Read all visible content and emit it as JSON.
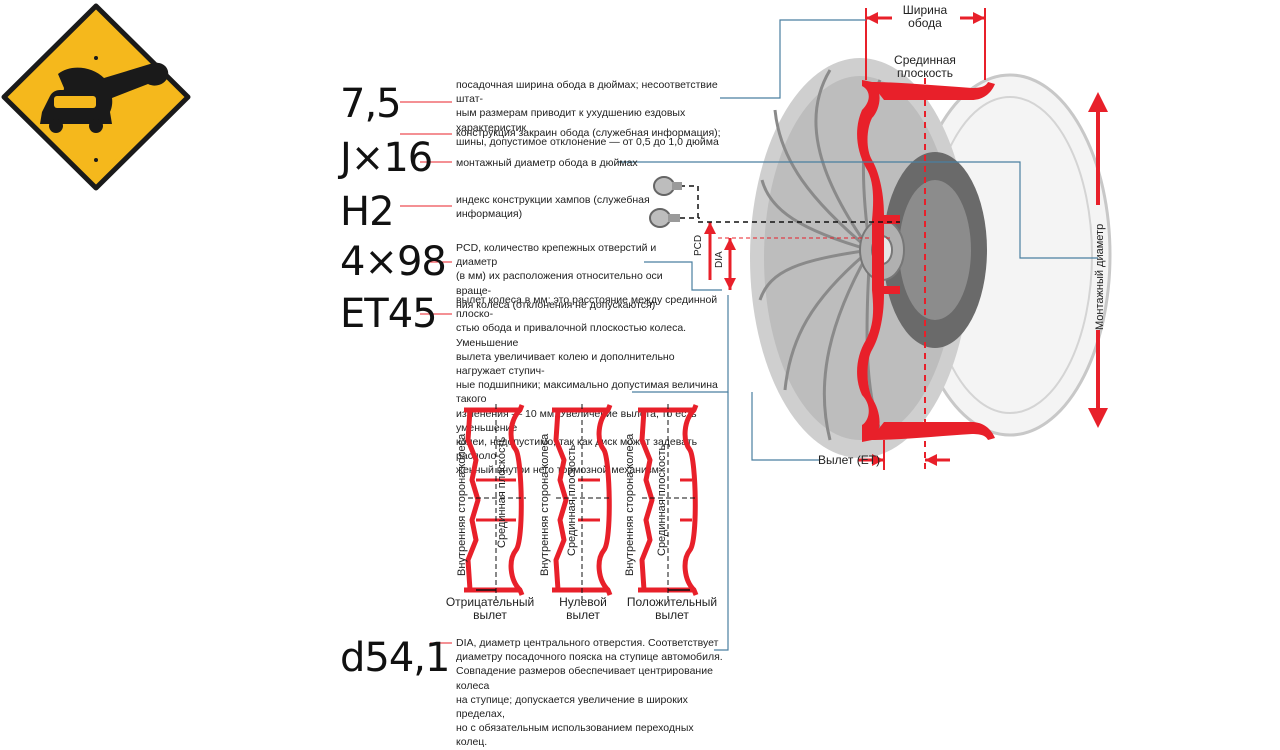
{
  "codes": {
    "width": "7,5",
    "flange_diameter": "J×16",
    "hump": "H2",
    "pcd": "4×98",
    "offset": "ET45",
    "dia": "d54,1"
  },
  "descriptions": {
    "width": "посадочная ширина обода в дюймах; несоответствие штат-\nным размерам приводит к ухудшению ездовых характеристик\nшины, допустимое отклонение — от 0,5 до 1,0 дюйма",
    "flange": "конструкция закраин обода (служебная информация);",
    "diameter": "монтажный диаметр обода в дюймах",
    "hump": "индекс конструкции хампов (служебная\nинформация)",
    "pcd": "PCD, количество крепежных отверстий и диаметр\n(в мм) их расположения относительно оси враще-\nния колеса (отклонения не допускаются)",
    "offset": "вылет колеса в мм; это расстояние между срединной плоско-\nстью обода и привалочной плоскостью колеса. Уменьшение\nвылета увеличивает колею и дополнительно нагружает ступич-\nные подшипники; максимально допустимая величина такого\nизменения — 10 мм. Увеличение вылета, то есть уменьшение\nколеи, недопустимо, так как диск может задевать располо-\nженный внутри него тормозной механизм",
    "dia": "DIA, диаметр центрального отверстия. Соответствует\nдиаметру посадочного пояска на ступице автомобиля.\nСовпадение размеров обеспечивает центрирование колеса\nна ступице; допускается увеличение в широких пределах,\nно с обязательным использованием переходных колец."
  },
  "wheel_labels": {
    "rim_width": "Ширина\nобода",
    "mid_plane": "Срединная\nплоскость",
    "mount_diameter": "Монтажный диаметр",
    "offset_et": "Вылет (ET)",
    "pcd": "PCD",
    "dia": "DIA"
  },
  "profiles": [
    {
      "side_label": "Внутренняя сторона колеса",
      "plane_label": "Срединная плоскость",
      "caption": "Отрицательный\nвылет"
    },
    {
      "side_label": "Внутренняя сторона колеса",
      "plane_label": "Срединная плоскость",
      "caption": "Нулевой\nвылет"
    },
    {
      "side_label": "Внутренняя сторона колеса",
      "plane_label": "Срединная плоскость",
      "caption": "Положительный\nвылет"
    }
  ],
  "colors": {
    "accent_red": "#e8202a",
    "sign_yellow": "#f5b81c",
    "leader_blue": "#4a7fa0",
    "leader_red": "#e8202a"
  },
  "icons": [
    "car-wrench-sign-icon",
    "lug-bolt-icon"
  ]
}
